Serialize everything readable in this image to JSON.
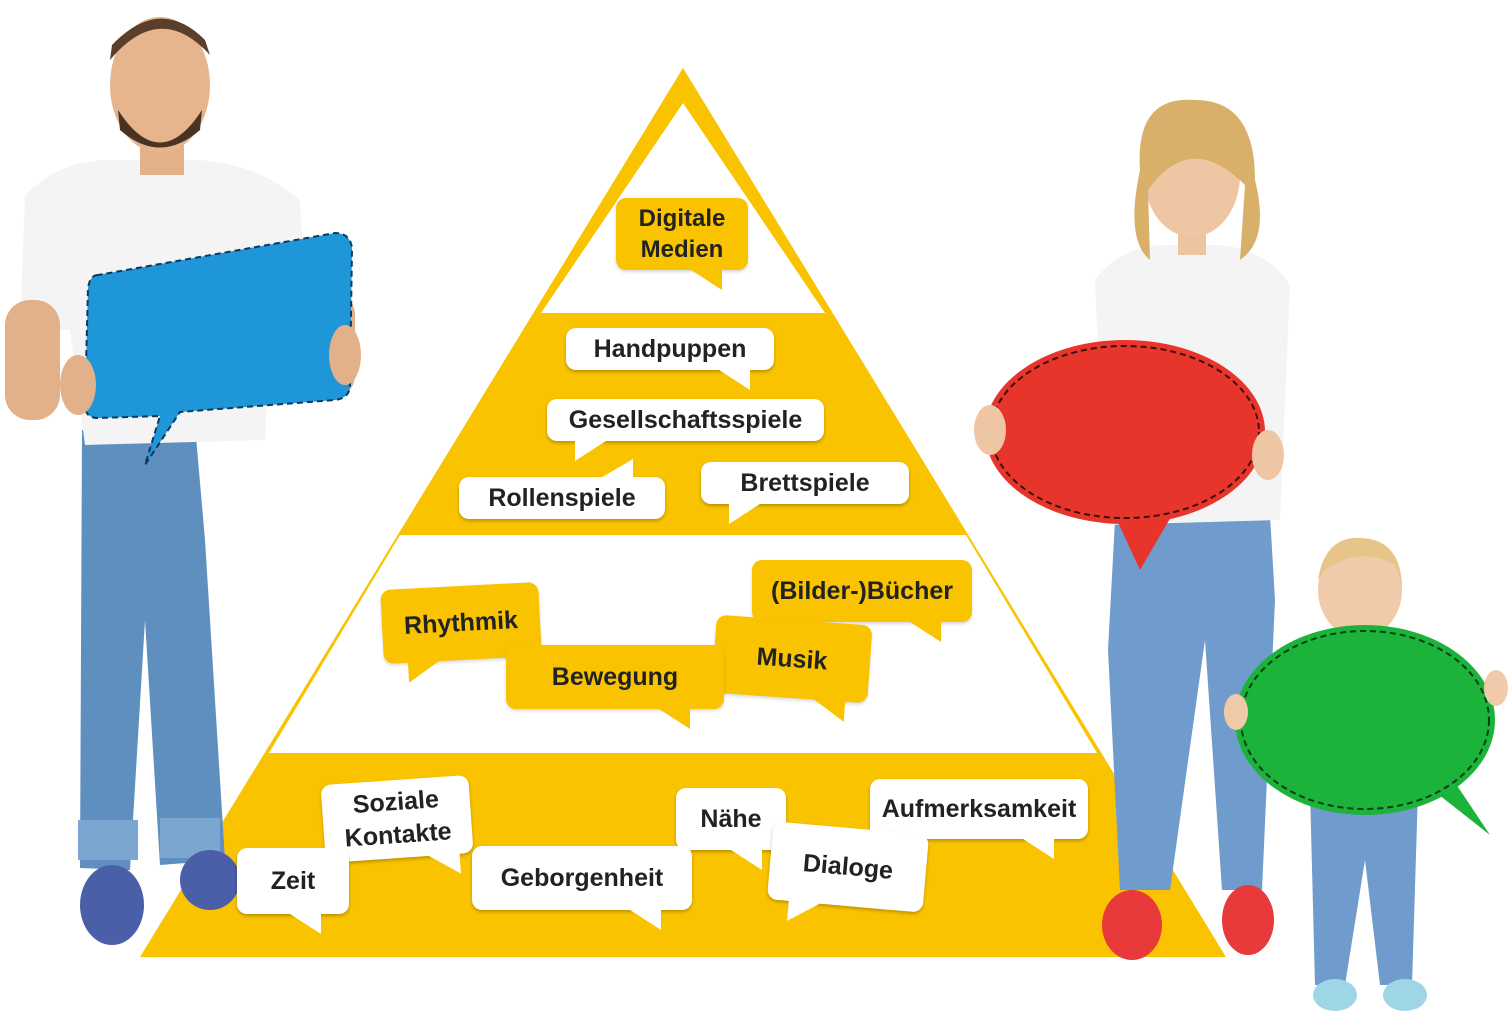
{
  "pyramid": {
    "top": [
      "Digitale\nMedien"
    ],
    "level2": [
      "Handpuppen",
      "Gesellschaftsspiele",
      "Rollenspiele",
      "Brettspiele"
    ],
    "level3": [
      "(Bilder-)Bücher",
      "Rhythmik",
      "Musik",
      "Bewegung"
    ],
    "base": [
      "Soziale\nKontakte",
      "Nähe",
      "Aufmerksamkeit",
      "Zeit",
      "Geborgenheit",
      "Dialoge"
    ]
  },
  "colors": {
    "pyramid": "#f9c300",
    "bubble_blue": "#1e96d8",
    "bubble_red": "#e8352c",
    "bubble_green": "#1bb33a"
  },
  "figures": [
    "man-with-blue-speech-bubble",
    "woman-with-red-speech-bubble",
    "child-with-green-speech-bubble"
  ]
}
